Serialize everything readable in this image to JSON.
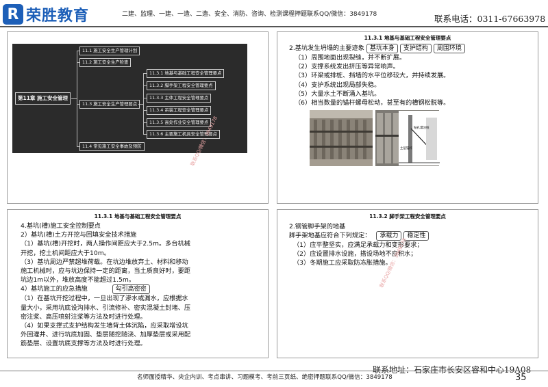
{
  "header": {
    "logo_mark": "R",
    "logo_text": "荣胜教育",
    "courses": "二建、监理、一建、一造、二造、安全、消防、咨询、检测课程押题联系QQ/微信：3849178",
    "phone": "联系电话：0311-67663978"
  },
  "mindmap": {
    "root": "第11章 施工安全管理",
    "level1": [
      "11.1 施工安全生产管理计划",
      "11.2 施工安全生产检查",
      "11.3 施工安全生产管理要点",
      "11.4 常见施工安全事故及预防"
    ],
    "level2": [
      "11.3.1 地基与基础工程安全管理要点",
      "11.3.2 脚手架工程安全管理要点",
      "11.3.3 主体工程安全管理要点",
      "11.3.4 吊装工程安全管理要点",
      "11.3.5 高处作业安全管理要点",
      "11.3.6 主要施工机具安全管理要点"
    ],
    "watermark": "联系QQ/微信：3849178"
  },
  "slide2": {
    "title": "11.3.1 地基与基础工程安全管理要点",
    "intro": "2.基坑发生坍塌的主要迹象",
    "tags": [
      "基坑本身",
      "支护结构",
      "周围环境"
    ],
    "items": [
      "（1）周围地面出现裂缝，并不断扩展。",
      "（2）支撑系统发出挤压等异常响声。",
      "（3）环梁或排桩、挡墙的水平位移较大，并持续发展。",
      "（4）支护系统出现局部失稳。",
      "（5）大量水土不断涌入基坑。",
      "（6）相当数量的锚杆螺母松动，甚至有的槽钢松脱等。"
    ],
    "diagram_labels": [
      "钻孔灌注桩",
      "土层锚杆"
    ]
  },
  "slide3": {
    "title": "11.3.1 地基与基础工程安全管理要点",
    "lines": [
      "4.基坑(槽)施工安全控制要点",
      "2）基坑(槽)土方开挖与回填安全技术措施",
      "（1）基坑(槽)开挖时，两人操作间距应大于2.5m。多台机械",
      "开挖，挖土机间距应大于10m。",
      "（3）基坑周边严禁超堆荷载。在坑边堆放弃土、材料和移动",
      "施工机械时，应与坑边保持一定的距离，当土质良好时，要距",
      "坑边1m以外，堆放高度不能超过1.5m。"
    ],
    "emergency": "4）基坑施工的应急措施",
    "emergency_tag": "勾引高密密",
    "lines2": [
      "（1）在基坑开挖过程中，一旦出现了渗水或漏水，应根据水",
      "量大小，采用坑底设沟排水、引流修补、密实混凝土封堵、压",
      "密注浆、高压喷射注浆等方法及时进行处理。",
      "（4）如果支撑式支护结构发生墙背土体沉陷，应采取增设坑",
      "外回灌井、进行坑底加固、垫层随挖随浇、加厚垫层或采用配",
      "筋垫层、设置坑底支撑等方法及时进行处理。"
    ],
    "watermark": "联系QQ/微信：3849178"
  },
  "slide4": {
    "title": "11.3.2 脚手架工程安全管理要点",
    "line1": "2.钢管脚手架的地基",
    "line2": "脚手架地基应符合下列规定：",
    "tags": [
      "承载力",
      "稳定性"
    ],
    "items": [
      "（1）应平整坚实，应满足承载力和变形要求；",
      "（2）应设置排水设施，搭设场地不应积水；",
      "（3）冬期施工应采取防冻胀措施。"
    ],
    "watermark": "联系QQ/微信：3849178"
  },
  "footer": {
    "address": "联系地址：石家庄市长安区睿和中心19A08",
    "text": "名师面授精华、央企内训、考点串讲、习题模考、考前三页纸、绝密押题联系QQ/微信：3849178",
    "page": "35"
  }
}
